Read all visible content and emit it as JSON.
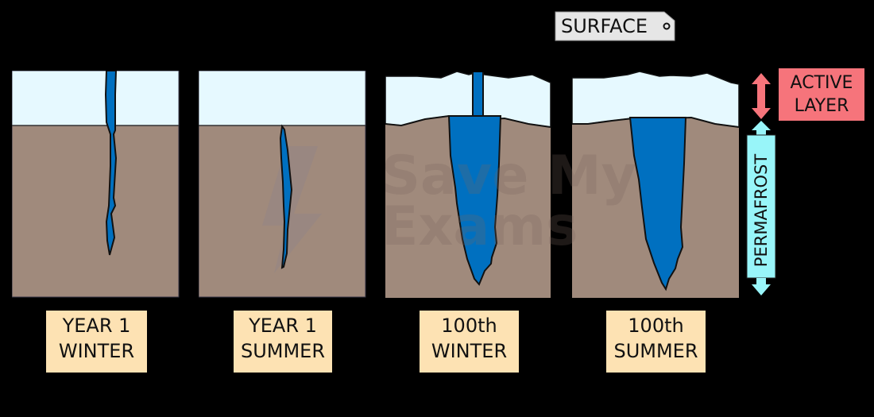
{
  "title_tag": {
    "text": "SURFACE"
  },
  "legend": {
    "active_layer": {
      "line1": "ACTIVE",
      "line2": "LAYER",
      "color": "#f6747b"
    },
    "permafrost": {
      "text": "PERMAFROST",
      "color": "#98f5f9"
    }
  },
  "panels": [
    {
      "id": "year1-winter",
      "line1": "YEAR 1",
      "line2": "WINTER"
    },
    {
      "id": "year1-summer",
      "line1": "YEAR 1",
      "line2": "SUMMER"
    },
    {
      "id": "100th-winter",
      "line1": "100th",
      "line2": "WINTER"
    },
    {
      "id": "100th-summer",
      "line1": "100th",
      "line2": "SUMMER"
    }
  ],
  "watermark": {
    "line1": "Save My",
    "line2": "Exams"
  },
  "colors": {
    "snow": "#e6f9ff",
    "soil": "#a08a7c",
    "ice": "#0070c0",
    "label_bg": "#fde2b3",
    "background": "#000000"
  }
}
